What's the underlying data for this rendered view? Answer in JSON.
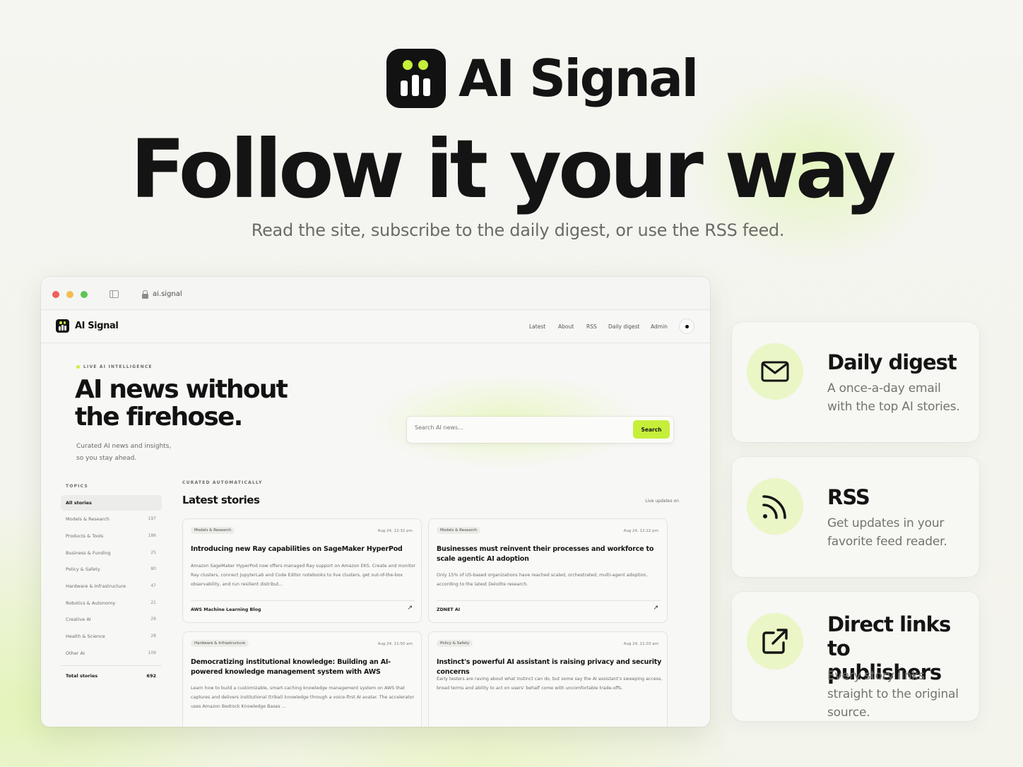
{
  "brand": {
    "name": "AI Signal"
  },
  "hero": {
    "headline": "Follow it your way",
    "subheadline": "Read the site, subscribe to the daily digest, or use the RSS feed."
  },
  "browser": {
    "url": "ai.signal",
    "site": {
      "logo_text": "AI Signal",
      "nav": [
        "Latest",
        "About",
        "RSS",
        "Daily digest",
        "Admin"
      ],
      "eyebrow": "LIVE AI INTELLIGENCE",
      "title_line1": "AI news without",
      "title_line2": "the firehose.",
      "lead_line1": "Curated AI news and insights,",
      "lead_line2": "so you stay ahead.",
      "search": {
        "placeholder": "Search AI news...",
        "button": "Search"
      },
      "topics_label": "TOPICS",
      "topics": [
        {
          "name": "All stories",
          "count": ""
        },
        {
          "name": "Models & Research",
          "count": "197"
        },
        {
          "name": "Products & Tools",
          "count": "186"
        },
        {
          "name": "Business & Funding",
          "count": "25"
        },
        {
          "name": "Policy & Safety",
          "count": "80"
        },
        {
          "name": "Hardware & Infrastructure",
          "count": "47"
        },
        {
          "name": "Robotics & Autonomy",
          "count": "21"
        },
        {
          "name": "Creative AI",
          "count": "29"
        },
        {
          "name": "Health & Science",
          "count": "28"
        },
        {
          "name": "Other AI",
          "count": "109"
        }
      ],
      "total": {
        "label": "Total stories",
        "count": "692"
      },
      "curated_label": "CURATED AUTOMATICALLY",
      "latest_heading": "Latest stories",
      "live_label": "Live updates on",
      "stories": [
        {
          "topic": "Models & Research",
          "date": "Aug 24, 12:32 pm",
          "title": "Introducing new Ray capabilities on SageMaker HyperPod",
          "summary": "Amazon SageMaker HyperPod now offers managed Ray support on Amazon EKS. Create and monitor Ray clusters, connect JupyterLab and Code Editor notebooks to live clusters, get out-of-the-box observability, and run resilient distribut...",
          "source": "AWS Machine Learning Blog"
        },
        {
          "topic": "Models & Research",
          "date": "Aug 24, 12:22 pm",
          "title": "Businesses must reinvent their processes and workforce to scale agentic AI adoption",
          "summary": "Only 15% of US-based organizations have reached scaled, orchestrated, multi-agent adoption, according to the latest Deloitte research.",
          "source": "ZDNET AI"
        },
        {
          "topic": "Hardware & Infrastructure",
          "date": "Aug 24, 11:50 am",
          "title": "Democratizing institutional knowledge: Building an AI-powered knowledge management system with AWS",
          "summary": "Learn how to build a customizable, smart-caching knowledge management system on AWS that captures and delivers institutional (tribal) knowledge through a voice-first AI avatar. The accelerator uses Amazon Bedrock Knowledge Bases ...",
          "source": ""
        },
        {
          "topic": "Policy & Safety",
          "date": "Aug 24, 11:03 am",
          "title": "Instinct's powerful AI assistant is raising privacy and security concerns",
          "summary": "Early testers are raving about what Instinct can do, but some say the AI assistant's sweeping access, broad terms and ability to act on users' behalf come with uncomfortable trade-offs.",
          "source": ""
        }
      ]
    }
  },
  "features": [
    {
      "icon": "envelope-icon",
      "title": "Daily digest",
      "description": "A once-a-day email with the top AI stories."
    },
    {
      "icon": "rss-icon",
      "title": "RSS",
      "description": "Get updates in your favorite feed reader."
    },
    {
      "icon": "external-link-icon",
      "title": "Direct links to publishers",
      "description": "Every story links straight to the original source."
    }
  ],
  "colors": {
    "accent": "#c6ef3a",
    "dark": "#121212",
    "icon_circle": "#eaf6c6",
    "background": "#f5f5f1"
  }
}
